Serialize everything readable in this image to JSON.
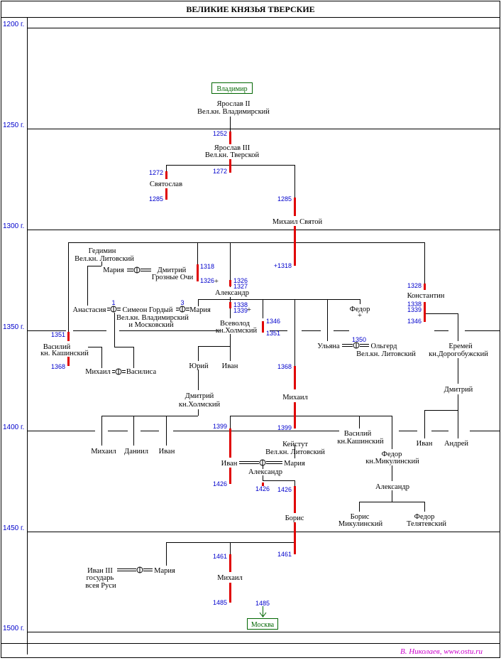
{
  "title": "ВЕЛИКИЕ КНЯЗЬЯ ТВЕРСКИЕ",
  "centuries": [
    "1200 г.",
    "1250 г.",
    "1300 г.",
    "1350 г.",
    "1400 г.",
    "1450 г.",
    "1500 г."
  ],
  "places": {
    "start": "Владимир",
    "end": "Москва"
  },
  "signature": "В. Николаев,   www.ostu.ru",
  "people": {
    "yaroslav2_a": "Ярослав II",
    "yaroslav2_b": "Вел.кн. Владимирский",
    "yaroslav3_a": "Ярослав III",
    "yaroslav3_b": "Вел.кн. Тверской",
    "svyatoslav": "Святослав",
    "mikhail_svyatoy": "Михаил Святой",
    "gedimin_a": "Гедимин",
    "gedimin_b": "Вел.кн. Литовский",
    "maria1": "Мария",
    "dmitry_a": "Дмитрий",
    "dmitry_b": "Грозные Очи",
    "alexandr": "Александр",
    "konstantin": "Константин",
    "anastasia": "Анастасия",
    "simeon_a": "Симеон Гордый",
    "simeon_b": "Вел.кн. Владимирский",
    "simeon_c": "и Московский",
    "maria2": "Мария",
    "fedor1": "Федор",
    "vsevolod_a": "Всеволод",
    "vsevolod_b": "кн.Холмский",
    "vasily1_a": "Василий",
    "vasily1_b": "кн. Кашинский",
    "mikhail1": "Михаил",
    "vasilisa": "Василиса",
    "ulyana": "Ульяна",
    "olgerd_a": "Ольгерд",
    "olgerd_b": "Вел.кн. Литовский",
    "eremey_a": "Еремей",
    "eremey_b": "кн.Дорогобужский",
    "yuri": "Юрий",
    "ivan1": "Иван",
    "mikhail2": "Михаил",
    "dmitry2": "Дмитрий",
    "dmitry_k_a": "Дмитрий",
    "dmitry_k_b": "кн.Холмский",
    "mikhail3": "Михаил",
    "daniil": "Даниил",
    "ivan2": "Иван",
    "vasily2_a": "Василий",
    "vasily2_b": "кн.Кашинский",
    "ivan3": "Иван",
    "andrey": "Андрей",
    "keistut_a": "Кейстут",
    "keistut_b": "Вел.кн. Литовский",
    "fedor2_a": "Федор",
    "fedor2_b": "кн.Микулинский",
    "ivan4": "Иван",
    "maria3": "Мария",
    "alexandr2": "Александр",
    "alexandr3": "Александр",
    "boris": "Борис",
    "boris_m_a": "Борис",
    "boris_m_b": "Микулинский",
    "fedor_t_a": "Федор",
    "fedor_t_b": "Телятевский",
    "ivan_iii_a": "Иван III",
    "ivan_iii_b": "государь",
    "ivan_iii_c": "всея Руси",
    "maria4": "Мария",
    "mikhail4": "Михаил"
  },
  "years": {
    "y1252": "1252",
    "y1272a": "1272",
    "y1272b": "1272",
    "y1285a": "1285",
    "y1285b": "1285",
    "y1318a": "+1318",
    "y1318b": "1318",
    "y1326a": "1326",
    "y1326b": "1326",
    "y1327": "1327",
    "y1328": "1328",
    "y1338a": "1338",
    "y1338b": "1338",
    "y1339a": "1339",
    "y1339b": "1339",
    "y1346a": "1346",
    "y1346b": "1346",
    "y1351a": "1351",
    "y1351b": "1351",
    "y1350": "1350",
    "y1368a": "1368",
    "y1368b": "1368",
    "y1399a": "1399",
    "y1399b": "1399",
    "y1426a": "1426",
    "y1426b": "1426",
    "y1426c": "1426",
    "y1461a": "1461",
    "y1461b": "1461",
    "y1485a": "1485",
    "y1485b": "1485",
    "n1": "1",
    "n3": "3"
  }
}
